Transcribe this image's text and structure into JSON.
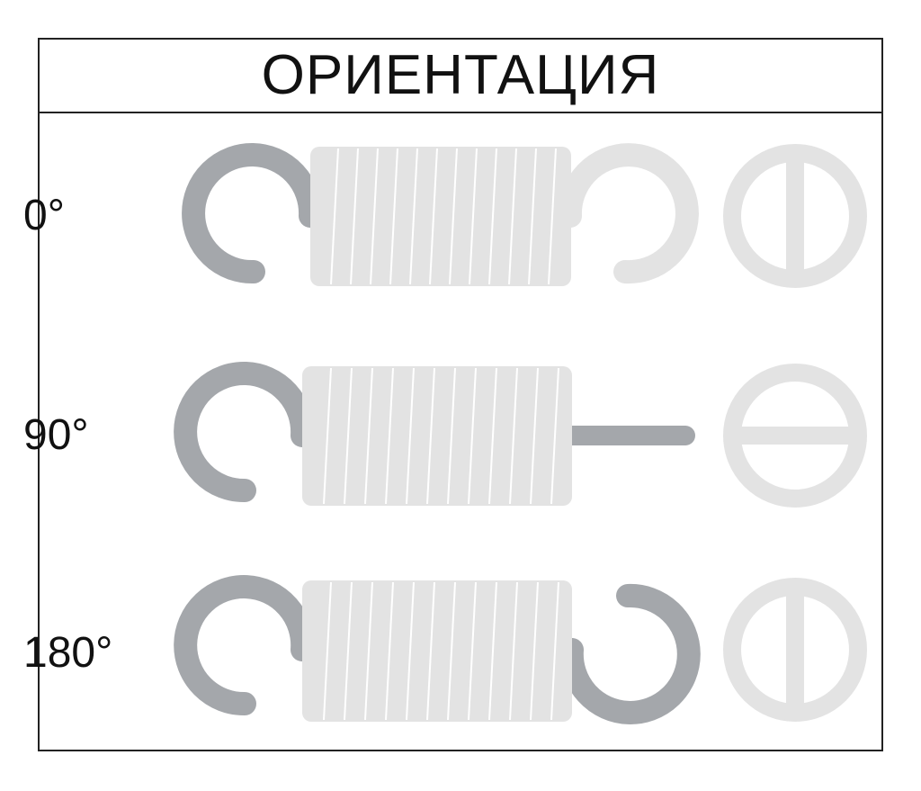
{
  "title": "ОРИЕНТАЦИЯ",
  "rows": [
    {
      "label": "0°",
      "angle": 0
    },
    {
      "label": "90°",
      "angle": 90
    },
    {
      "label": "180°",
      "angle": 180
    }
  ],
  "colors": {
    "hook_dark": "#a4a7ab",
    "coil_light": "#e3e3e3",
    "hook_light": "#e3e3e3",
    "frame": "#222222",
    "text": "#111111"
  },
  "icons": [
    "spring-hook-icon",
    "spring-coil-icon",
    "orientation-circle-icon"
  ]
}
